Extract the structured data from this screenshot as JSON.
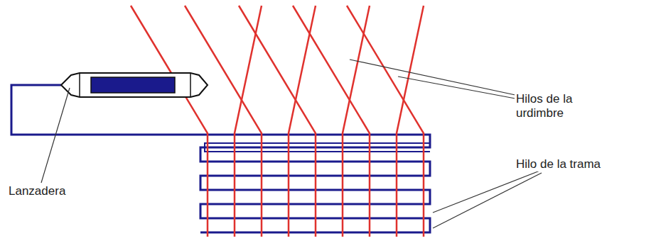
{
  "diagram": {
    "labels": [
      "Lanzadera",
      "Hilos de la urdimbre",
      "Hilo de la trama"
    ]
  }
}
